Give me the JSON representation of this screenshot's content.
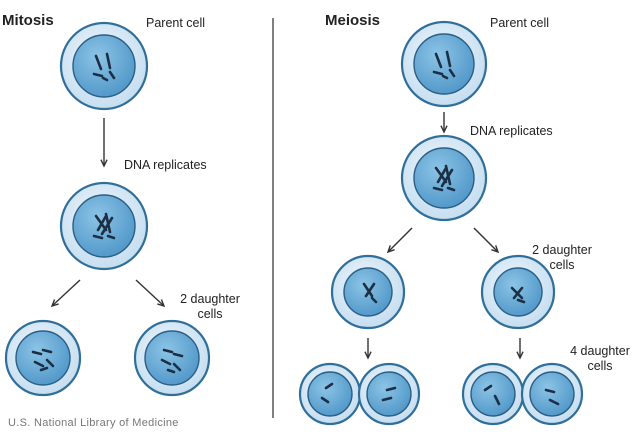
{
  "mitosis": {
    "title": "Mitosis",
    "parent_label": "Parent cell",
    "replicate_label": "DNA replicates",
    "daughter_label_line1": "2 daughter",
    "daughter_label_line2": "cells"
  },
  "meiosis": {
    "title": "Meiosis",
    "parent_label": "Parent cell",
    "replicate_label": "DNA replicates",
    "daughter2_label_line1": "2 daughter",
    "daughter2_label_line2": "cells",
    "daughter4_label_line1": "4 daughter",
    "daughter4_label_line2": "cells"
  },
  "credit": "U.S. National Library of Medicine",
  "colors": {
    "membrane_fill": "#d4e8f5",
    "membrane_stroke": "#2f6f9a",
    "nucleus_fill": "#6aaed8",
    "chromosome": "#1c2f44",
    "arrow": "#333333",
    "divider": "#555555"
  }
}
